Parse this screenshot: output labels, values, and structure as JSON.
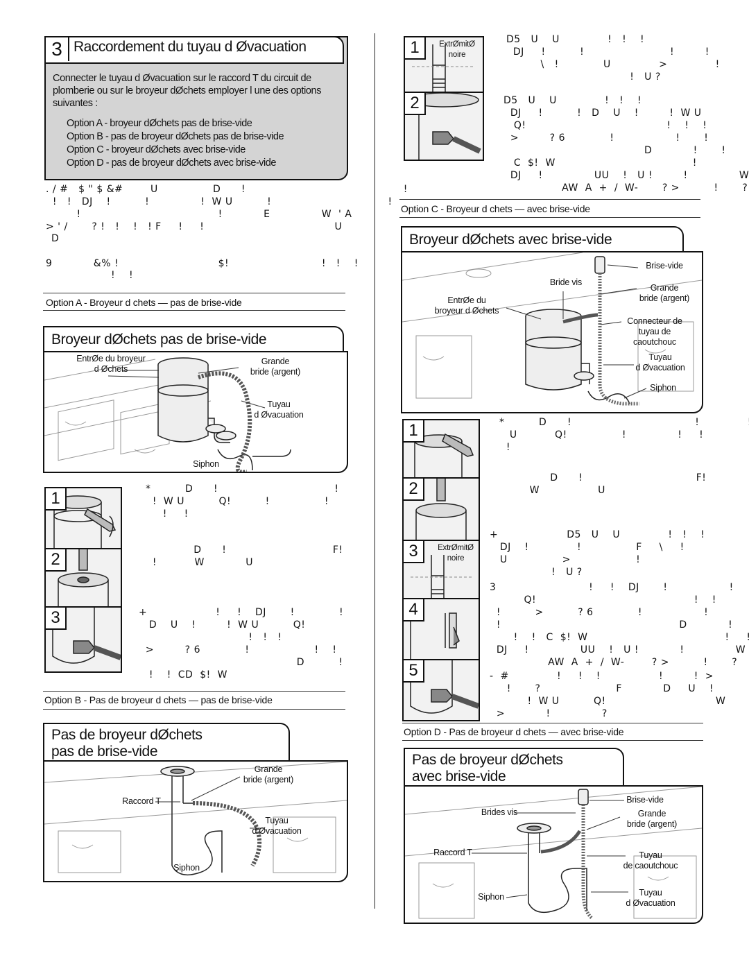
{
  "section3": {
    "number": "3",
    "title": "Raccordement du tuyau d   Øvacuation",
    "intro": "Connecter le tuyau d   Øvacuation sur le raccord T du circuit de plomberie ou sur le broyeur       dØchets    employer l   une des options suivantes :",
    "options": [
      "Option A - broyeur      dØchets    pas de brise-vide",
      "Option B - pas de broyeur      dØchets    pas de brise-vide",
      "Option C - broyeur      dØchets    avec brise-vide",
      "Option D - pas de broyeur      dØchets    avec brise-vide"
    ]
  },
  "left_text": {
    "para1": [
      ". / #   $ \" $ &#        U                D      !                                              !",
      "  !   !   DJ    !          !               !  W U          !                                  !",
      "         !                                        !            E               W  ' A",
      "> ' /       ? !   !    !   ! F     !     !                                      U",
      "D"
    ],
    "para2": [
      "9            &% !                             $!                           !   !    !",
      "                   !    !"
    ]
  },
  "optionA": {
    "caption": "Option A - Broyeur       d  chets   — pas de brise-vide",
    "tab": "Broyeur      dØchets     pas de brise-vide",
    "labels": {
      "inlet": "EntrØe du broyeur\nd   Øchets",
      "flange": "Grande\nbride (argent)",
      "hose": "Tuyau\nd   Øvacuation",
      "siphon": "Siphon"
    },
    "steps": [
      "1",
      "2",
      "3"
    ],
    "step_text": [
      "*          D      !                                  !\n  !  W U          Q!          !                !\n     !     !",
      "              D      !                               F!\n  !           W            U",
      "+                    !     !    DJ       !             !\n   D    U    !         !  W U          Q!\n                                !   !   !\n  >         ? 6             !                   !    !\n                                              D          !\n   !    !  CD  $!  W"
    ]
  },
  "optionB": {
    "caption": "Option B - Pas de broyeur       d  chets   — pas de brise-vide",
    "tab_line1": "Pas de broyeur    dØchets",
    "tab_line2": "pas de brise-vide",
    "labels": {
      "flange": "Grande\nbride (argent)",
      "tee": "Raccord T",
      "hose": "Tuyau\nd   Øvacuation",
      "siphon": "Siphon"
    }
  },
  "right_top": {
    "steps": [
      "1",
      "2"
    ],
    "end_label": "ExtrØmitØ\nnoire",
    "step1_text": "D5   U    U              !   !    !\n  DJ     !          !                         !         !\n          \\   !             U              >              !\n                                    !   U ?",
    "step2_text": "D5   U    U              !   !    !\n  DJ     !          !   D    U    !         !  W U\n   Q!                                         !    !    !\n  >         ? 6             !                  !       !\n                                         D            !       !       !\n   C  $!  W                                        !\n  DJ     !               UU    !   U !         !               W\n                 AW  A  +  /  W-       ? >          !       ?"
  },
  "optionC": {
    "caption": "Option C - Broyeur       d  chets   — avec brise-vide",
    "tab": "Broyeur      dØchets     avec brise-vide",
    "labels": {
      "vacuum_breaker": "Brise-vide",
      "bride_vis": "Bride      vis",
      "flange": "Grande\nbride (argent)",
      "inlet": "EntrØe du\nbroyeur   d   Øchets",
      "connector": "Connecteur de\ntuyau de\ncaoutchouc",
      "hose": "Tuyau\nd   Øvacuation",
      "siphon": "Siphon"
    },
    "steps": [
      "1",
      "2",
      "3",
      "4",
      "5"
    ],
    "end_label": "ExtrØmitØ\nnoire",
    "step_text": [
      "*          D      !                                    !              !  W\n   U           Q!                !               !     !\n  !",
      "              D      !                                 F!              !\n        W                 U",
      "+                    D5   U    U              !   !    !\n   DJ    !              !                F     \\     !\n   U                >                   !\n                  !   U ?",
      "3                           !     !    DJ       !                  !           F\n          Q!                                              !    !\n  !          >          ? 6             !                  !\n  !                                                    D            !\n       !    !   C  $!  W                                        !     !\n  DJ     !               UU    !   U !            !               W\n                 AW  A  +  /  W-        ? >          !       ?",
      "-  #              !     !    !                 !         !  >\n     !       ?                      F            D     U    !\n           !  W U          Q!                                W\n  >            !               ?"
    ]
  },
  "optionD": {
    "caption": "Option D - Pas de broyeur       d  chets   — avec brise-vide",
    "tab_line1": "Pas de broyeur      dØchets",
    "tab_line2": "avec brise-vide",
    "labels": {
      "vacuum_breaker": "Brise-vide",
      "brides_vis": "Brides      vis",
      "flange": "Grande\nbride (argent)",
      "tee": "Raccord T",
      "rubber": "Tuyau\nde caoutchouc",
      "hose": "Tuyau\nd   Øvacuation",
      "siphon": "Siphon"
    }
  }
}
